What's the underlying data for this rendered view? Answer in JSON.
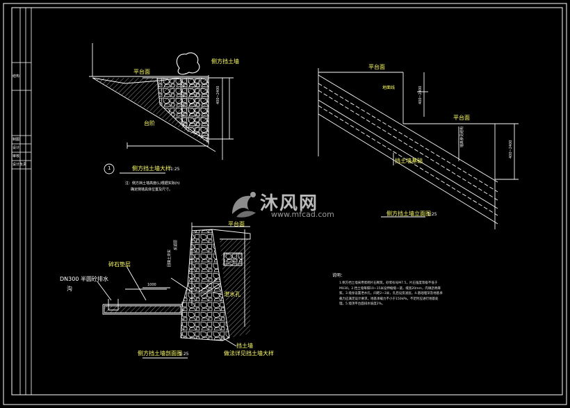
{
  "title_block": {
    "row_labels": [
      "结构",
      "制图",
      "设计",
      "审核",
      "设计负责"
    ]
  },
  "section_a": {
    "platform_label": "平台面",
    "wall_label": "侧方挡土墙",
    "step_label": "台阶",
    "height_dim": "400~2400",
    "index_number": "1",
    "title": "侧方挡土墙大样",
    "scale": "1:25",
    "note_line1": "注：侧方挡土墙高度(L)根据实际(h)",
    "note_line2": "确定侧墙具体位置及尺寸。"
  },
  "section_b": {
    "platform_top_label": "平台面",
    "ground_label": "地面线",
    "platform_mid_label": "平台面",
    "wall_base_label": "挡土墙基础",
    "wall_height_label": "墙高参见结构",
    "dim_upper": "400~2400",
    "dim_lower": "400~2400",
    "title": "侧方挡土墙立面图",
    "scale": "1:25"
  },
  "section_c": {
    "platform_label": "平台面",
    "pipe_label": "DN300 半圆砼排水",
    "pipe_label2": "沟",
    "gravel_label": "碎石垫层",
    "fill_label": "回填土夯实",
    "drain_label": "泄水孔",
    "backfill_label": "反滤层",
    "dim_1": "1000",
    "wall_label": "挡土墙",
    "foundation_label": "做法详见挡土墙大样",
    "title": "侧方挡土墙剖面图",
    "scale": "1:25"
  },
  "notes": {
    "heading": "说明：",
    "text": "1.侧方挡土墙采用浆砌片石砌筑，砂浆标号M7.5，片石强度等级不低于MU30。2.挡土墙每隔10~15米设伸缩缝一道，缝宽20mm，内填沥青麻絮。3.墙身设置泄水孔，间距2~3米，孔后设反滤层。4.基础埋深及地基承载力应满足设计要求，地基承载力不小于150kPa，不足时应进行地基处理。5.墙顶平台面排水坡度2%。"
  },
  "watermark": {
    "cn": "沐风网",
    "url": "www.mfcad.com"
  },
  "colors": {
    "background": "#000000",
    "line": "#ffffff",
    "label": "#ffff66",
    "watermark": "#b9b9b9"
  }
}
